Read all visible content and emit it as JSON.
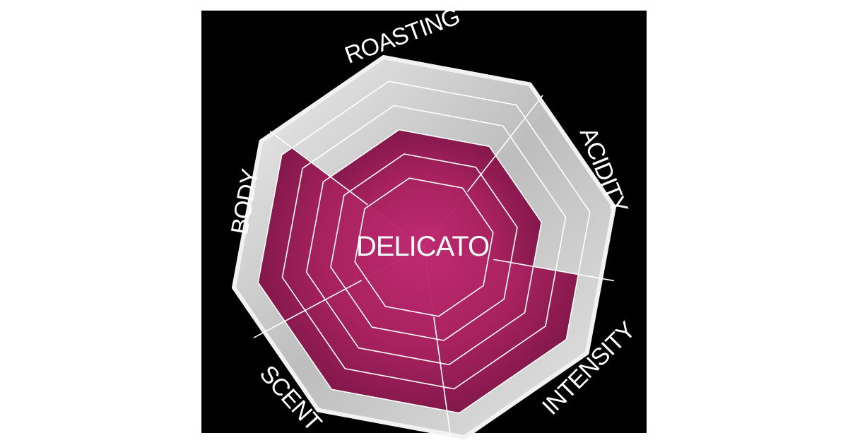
{
  "chart_data": {
    "type": "radar",
    "title": "DELICATO",
    "categories": [
      "ROASTING",
      "ACIDITY",
      "INTENSITY",
      "SCENT",
      "BODY"
    ],
    "values": [
      3,
      3,
      5,
      5,
      5
    ],
    "scale_max": 6,
    "colors": {
      "fill": "#b5276a",
      "fill_dark": "#8c1a50",
      "ring": "#d9d9d9",
      "background": "#000000",
      "lines": "#ffffff"
    }
  }
}
